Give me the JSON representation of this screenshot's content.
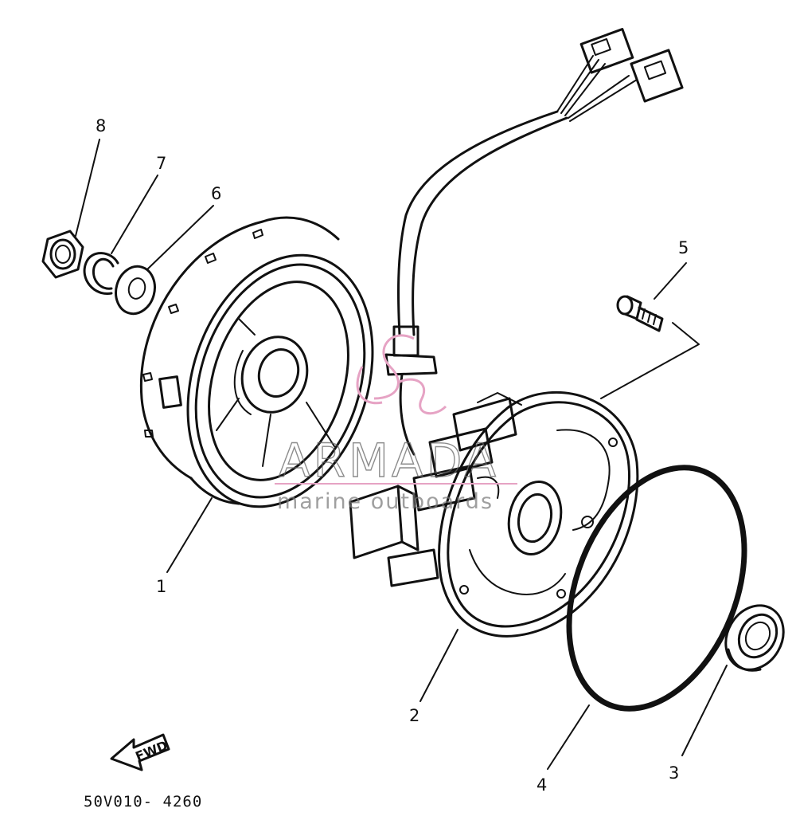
{
  "callouts": [
    {
      "id": "1",
      "label": "1"
    },
    {
      "id": "2",
      "label": "2"
    },
    {
      "id": "3",
      "label": "3"
    },
    {
      "id": "4",
      "label": "4"
    },
    {
      "id": "5",
      "label": "5"
    },
    {
      "id": "6",
      "label": "6"
    },
    {
      "id": "7",
      "label": "7"
    },
    {
      "id": "8",
      "label": "8"
    }
  ],
  "direction_arrow": "FWD",
  "drawing_code": "50V010- 4260",
  "watermark": {
    "brand": "ARMADA",
    "subtitle": "marine outboards",
    "accent_color": "#e6a3c4"
  }
}
